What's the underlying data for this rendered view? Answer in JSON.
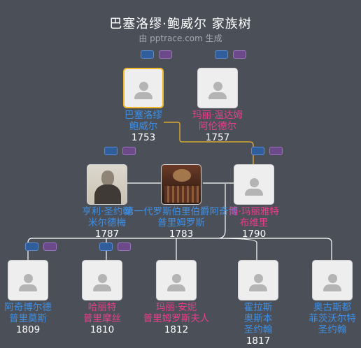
{
  "header": {
    "title": "巴塞洛缪·鲍威尔 家族树",
    "subtitle": "由 pptrace.com 生成"
  },
  "colors": {
    "background": "#4b5058",
    "male_text": "#3e8fe6",
    "female_text": "#ea3e8c",
    "selected_border": "#f0b82a",
    "connector": "#ffffff",
    "selected_connector": "#f0b82a"
  },
  "people": {
    "p_bartholomew": {
      "name_line1": "巴塞洛缪",
      "name_line2": "鲍威尔",
      "year": "1753",
      "gender": "male",
      "selected": true,
      "photo": "avatar-placeholder"
    },
    "p_mary": {
      "name_line1": "玛丽·温达姆",
      "name_line2": "阿伦德尔",
      "year": "1757",
      "gender": "female",
      "photo": "avatar-placeholder"
    },
    "p_henry": {
      "name_line1": "亨利·圣约翰",
      "name_line2": "米尔德梅",
      "year": "1787",
      "gender": "male",
      "photo": "portrait-engraving"
    },
    "p_baron": {
      "name_line1": "第一代罗斯伯里伯爵阿奇博",
      "name_line2": "普里姆罗斯",
      "year": "1783",
      "gender": "male",
      "photo": "parliament-painting"
    },
    "p_jane": {
      "name_line1": "简·玛丽雅特",
      "name_line2": "布维里",
      "year": "1790",
      "gender": "female",
      "photo": "avatar-placeholder"
    },
    "p_archibald": {
      "name_line1": "阿奇博尔德",
      "name_line2": "普里莫斯",
      "year": "1809",
      "gender": "male",
      "photo": "avatar-placeholder"
    },
    "p_harriet": {
      "name_line1": "哈丽特",
      "name_line2": "普里摩丝",
      "year": "1810",
      "gender": "female",
      "photo": "avatar-placeholder"
    },
    "p_maryanne": {
      "name_line1": "玛丽·安妮",
      "name_line2": "普里姆罗斯夫人",
      "year": "1812",
      "gender": "female",
      "photo": "avatar-placeholder"
    },
    "p_horace": {
      "name_line1": "霍拉斯",
      "name_line2": "奥斯本",
      "name_line3": "圣约翰",
      "year": "1817",
      "gender": "male",
      "photo": "avatar-placeholder"
    },
    "p_augustus": {
      "name_line1": "奥古斯都",
      "name_line2": "菲茨沃尔特",
      "name_line3": "圣约翰",
      "gender": "male",
      "photo": "avatar-placeholder"
    }
  },
  "icons": {
    "badge_male": "male-parents-icon",
    "badge_female": "female-parents-icon"
  }
}
